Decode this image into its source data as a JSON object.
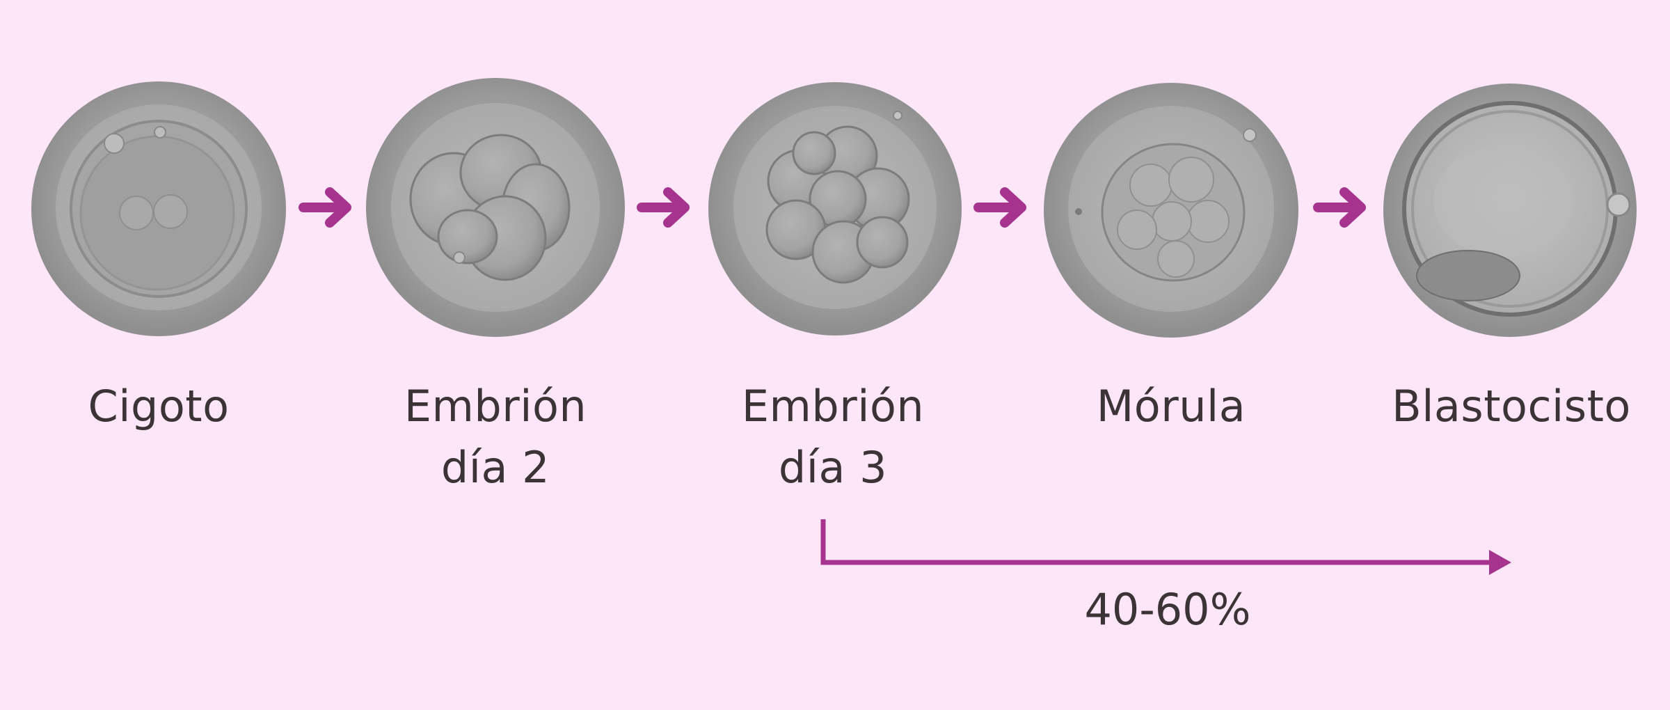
{
  "colors": {
    "background": "#fce6f8",
    "arrow": "#a6348f",
    "text": "#3b3336"
  },
  "stages": [
    {
      "name": "cigoto",
      "label_line1": "Cigoto",
      "label_line2": ""
    },
    {
      "name": "embrion-dia-2",
      "label_line1": "Embrión",
      "label_line2": "día 2"
    },
    {
      "name": "embrion-dia-3",
      "label_line1": "Embrión",
      "label_line2": "día 3"
    },
    {
      "name": "morula",
      "label_line1": "Mórula",
      "label_line2": ""
    },
    {
      "name": "blastocisto",
      "label_line1": "Blastocisto",
      "label_line2": ""
    }
  ],
  "progression": {
    "from_stage": "Embrión día 3",
    "to_stage": "Blastocisto",
    "rate_label": "40-60%"
  }
}
